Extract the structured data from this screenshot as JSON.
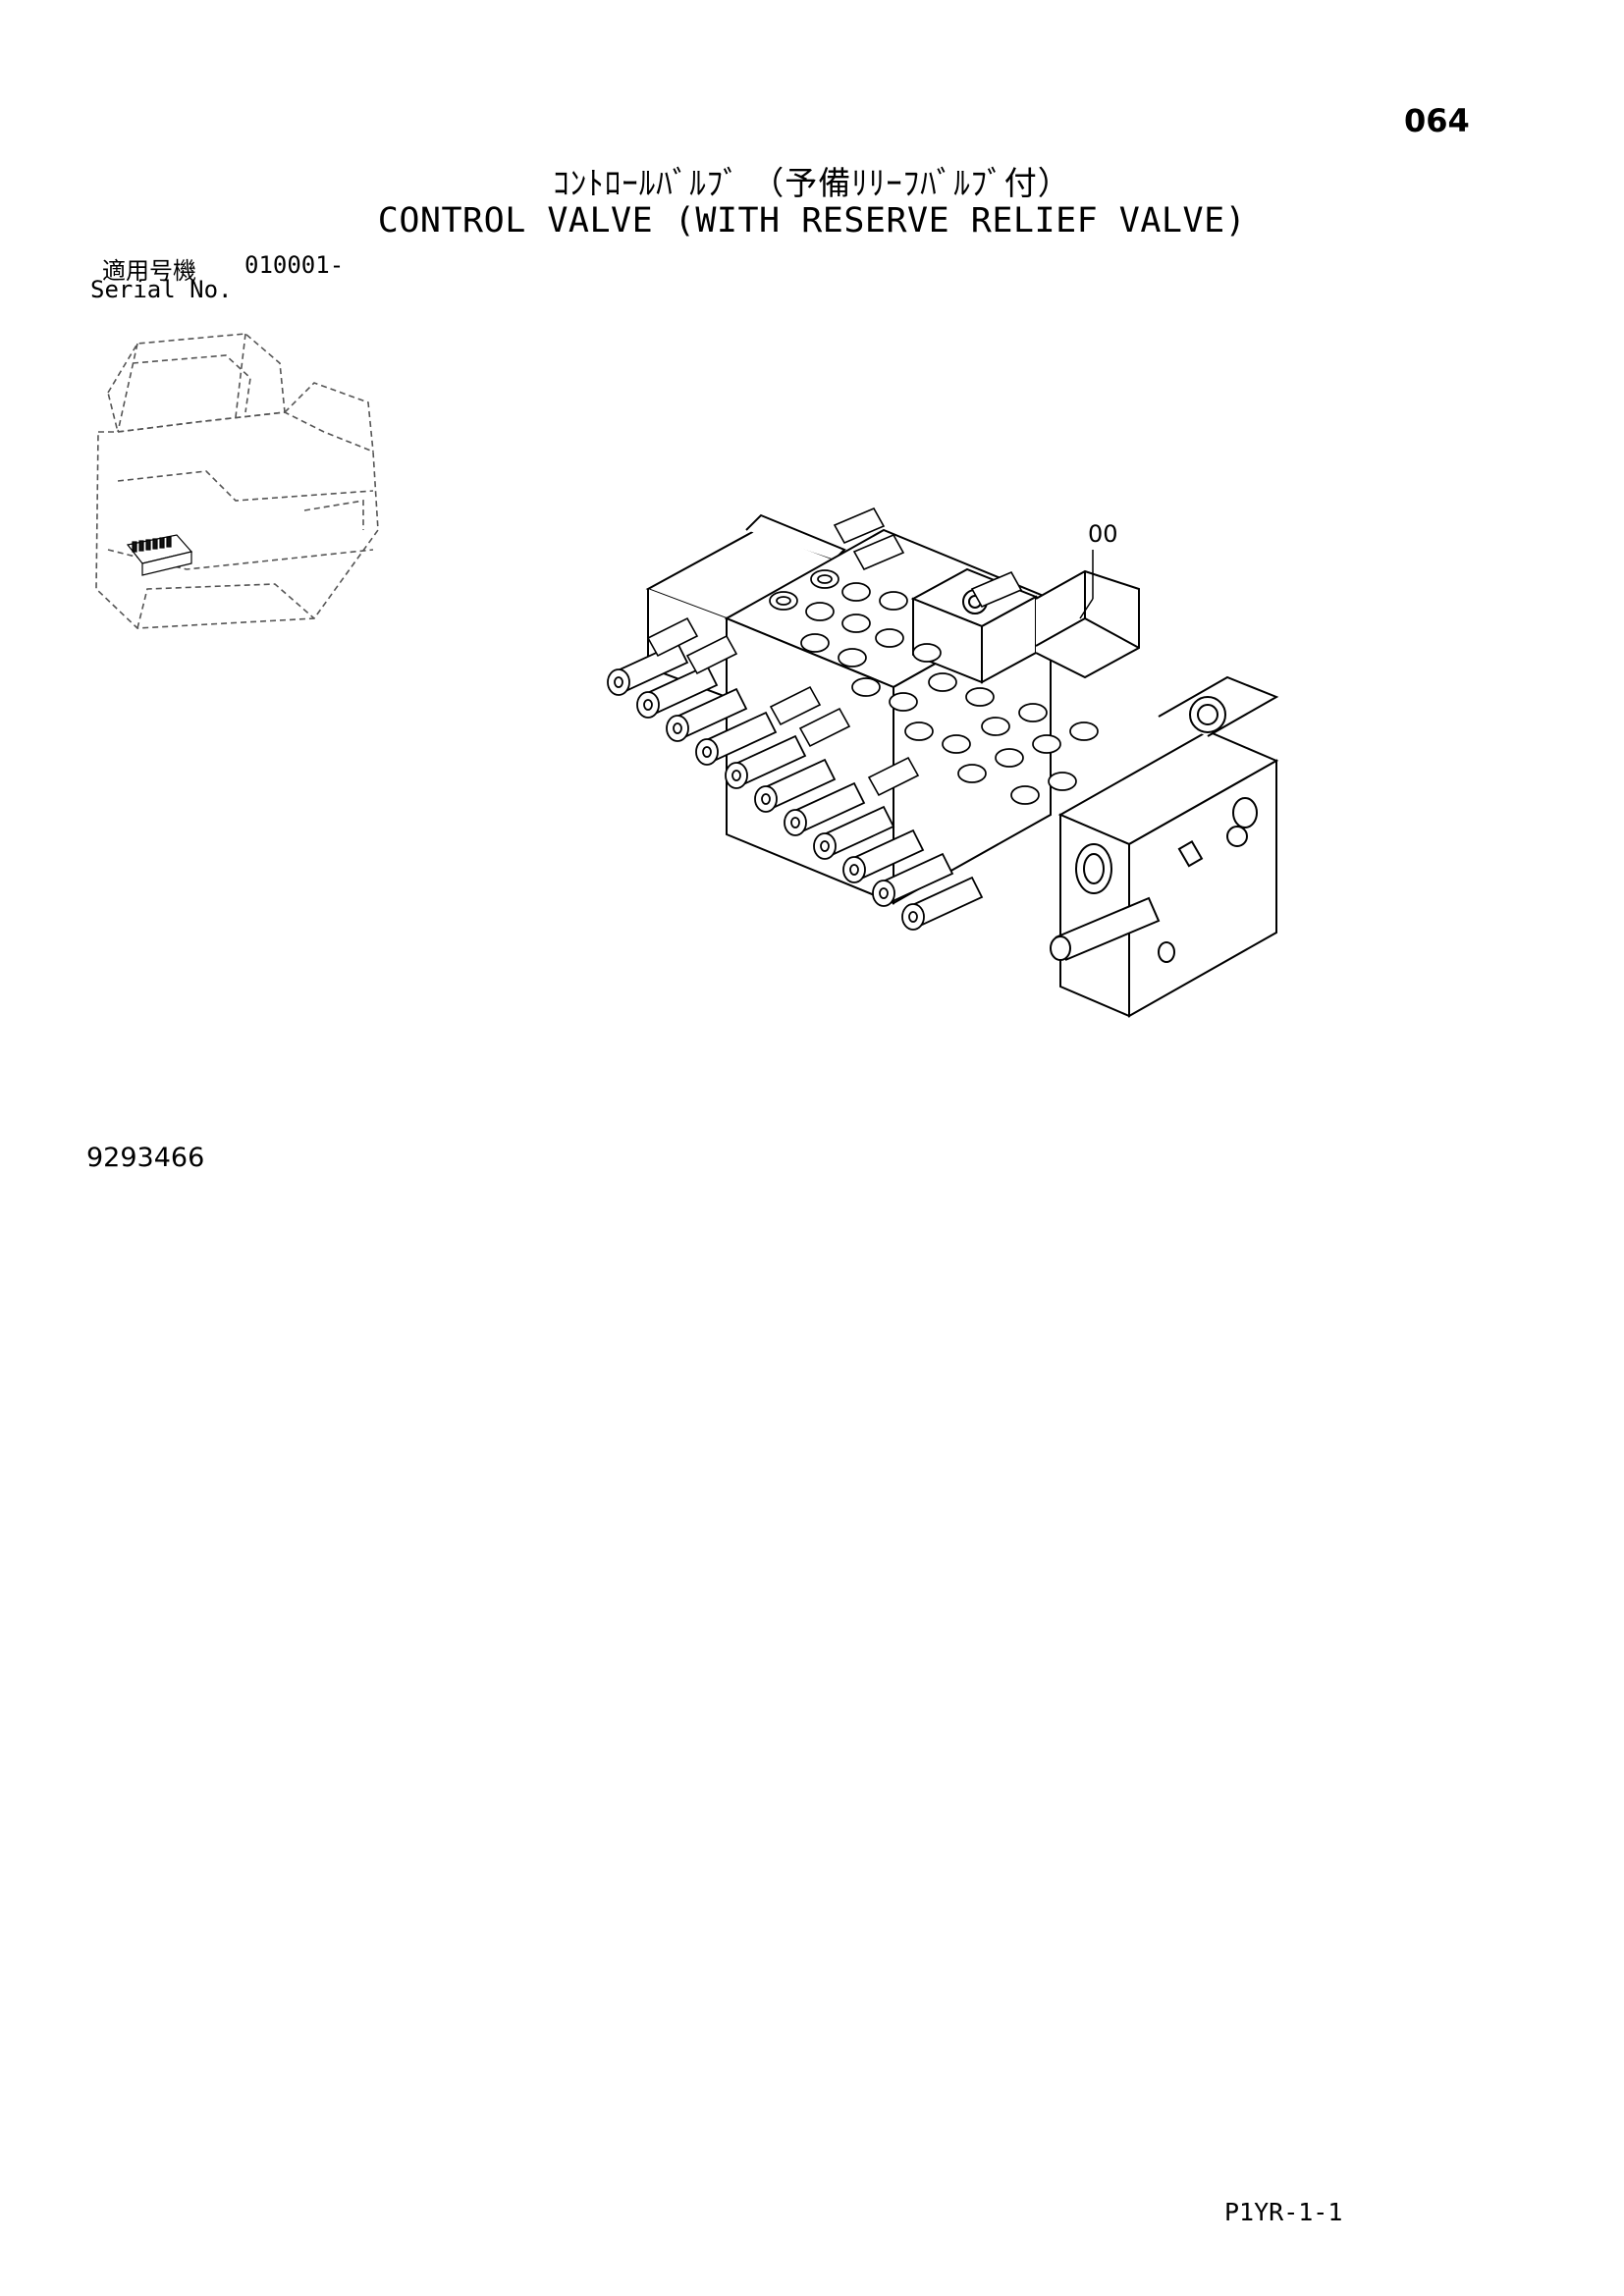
{
  "page": {
    "page_number": "064",
    "title_jp": "ｺﾝﾄﾛｰﾙﾊﾞﾙﾌﾞ （予備ﾘﾘｰﾌﾊﾞﾙﾌﾞ付）",
    "title_en": "CONTROL VALVE (WITH RESERVE RELIEF VALVE)",
    "serial": {
      "label_jp": "適用号機",
      "value": "010001-",
      "label_en": "Serial No."
    },
    "callout": "00",
    "part_number": "9293466",
    "figure_code": "P1YR-1-1"
  },
  "illustrations": {
    "locator_icon": "excavator-location-icon",
    "main_icon": "control-valve-assembly-drawing"
  },
  "colors": {
    "ink": "#000000",
    "paper": "#ffffff",
    "dash": "#555555"
  }
}
